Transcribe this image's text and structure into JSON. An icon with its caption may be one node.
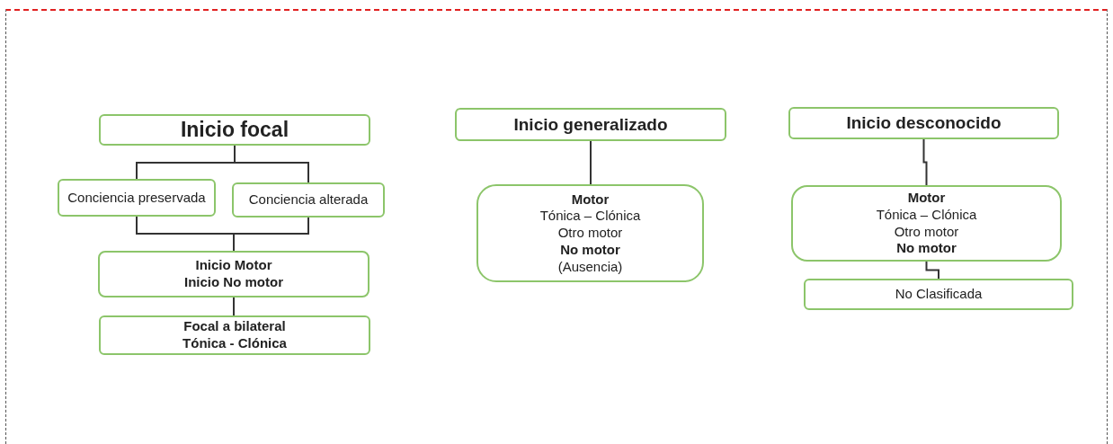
{
  "diagram": {
    "nodes": [
      {
        "text": [
          "Inicio focal"
        ]
      },
      {
        "text": [
          "Conciencia preservada"
        ]
      },
      {
        "text": [
          "Conciencia alterada"
        ]
      },
      {
        "text": [
          "Inicio Motor",
          "Inicio No motor"
        ]
      },
      {
        "text": [
          "Focal a bilateral",
          "Tónica - Clónica"
        ]
      },
      {
        "text": [
          "Inicio generalizado"
        ]
      },
      {
        "text": [
          "**Motor**",
          "Tónica – Clónica",
          "Otro motor",
          "**No motor**",
          "(Ausencia)"
        ]
      },
      {
        "text": [
          "Inicio desconocido"
        ]
      },
      {
        "text": [
          "**Motor**",
          "Tónica – Clónica",
          "Otro motor",
          "**No motor**"
        ]
      },
      {
        "text": [
          "No Clasificada"
        ]
      }
    ],
    "edges": [
      {
        "from": 0,
        "to": 1,
        "arrow": "none"
      },
      {
        "from": 0,
        "to": 2,
        "arrow": "none"
      },
      {
        "from": 1,
        "to": 3,
        "arrow": "none"
      },
      {
        "from": 2,
        "to": 3,
        "arrow": "none"
      },
      {
        "from": 3,
        "to": 4,
        "arrow": "none"
      },
      {
        "from": 5,
        "to": 6,
        "arrow": "none"
      },
      {
        "from": 7,
        "to": 8,
        "arrow": "none"
      },
      {
        "from": 8,
        "to": 9,
        "arrow": "none"
      }
    ]
  }
}
